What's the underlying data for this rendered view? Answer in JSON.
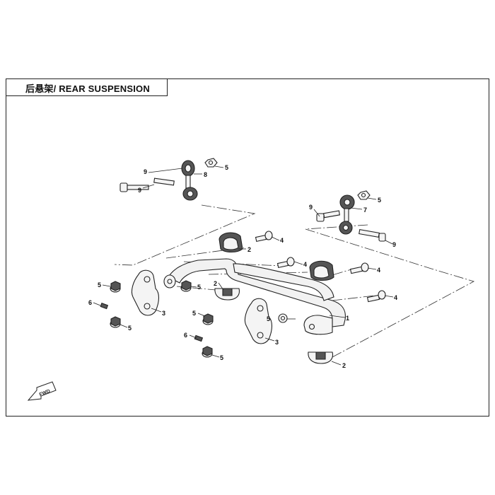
{
  "title": "后悬架/ REAR SUSPENSION",
  "fwd_label": "FWD",
  "callouts": [
    {
      "id": "c9a",
      "text": "9"
    },
    {
      "id": "c9b",
      "text": "9"
    },
    {
      "id": "c8",
      "text": "8"
    },
    {
      "id": "c5a",
      "text": "5"
    },
    {
      "id": "c5b",
      "text": "5"
    },
    {
      "id": "c7",
      "text": "7"
    },
    {
      "id": "c9c",
      "text": "9"
    },
    {
      "id": "c9d",
      "text": "9"
    },
    {
      "id": "c4a",
      "text": "4"
    },
    {
      "id": "c2a",
      "text": "2"
    },
    {
      "id": "c4b",
      "text": "4"
    },
    {
      "id": "c4c",
      "text": "4"
    },
    {
      "id": "c5c",
      "text": "5"
    },
    {
      "id": "c5d",
      "text": "5"
    },
    {
      "id": "c2b",
      "text": "2"
    },
    {
      "id": "c6a",
      "text": "6"
    },
    {
      "id": "c3a",
      "text": "3"
    },
    {
      "id": "c5e",
      "text": "5"
    },
    {
      "id": "c4d",
      "text": "4"
    },
    {
      "id": "c5f",
      "text": "5"
    },
    {
      "id": "c1",
      "text": "1"
    },
    {
      "id": "c5g",
      "text": "5"
    },
    {
      "id": "c6b",
      "text": "6"
    },
    {
      "id": "c3b",
      "text": "3"
    },
    {
      "id": "c5h",
      "text": "5"
    },
    {
      "id": "c2c",
      "text": "2"
    }
  ]
}
